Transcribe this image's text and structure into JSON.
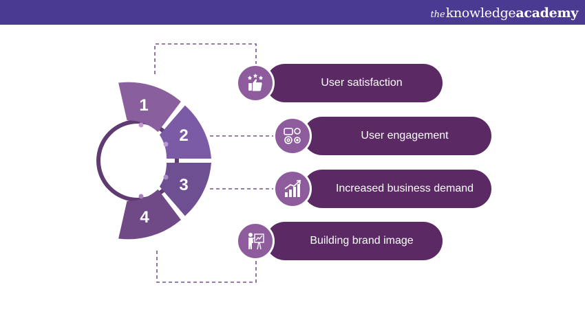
{
  "brand": {
    "logo_the": "the",
    "logo_knowledge": "knowledge",
    "logo_academy": "academy"
  },
  "segments": [
    {
      "number": "1"
    },
    {
      "number": "2"
    },
    {
      "number": "3"
    },
    {
      "number": "4"
    }
  ],
  "items": [
    {
      "label": "User satisfaction",
      "icon": "thumbs-up-stars-icon"
    },
    {
      "label": "User engagement",
      "icon": "engagement-gears-icon"
    },
    {
      "label": "Increased business demand",
      "icon": "growth-chart-icon"
    },
    {
      "label": "Building brand image",
      "icon": "presentation-board-icon"
    }
  ],
  "colors": {
    "header": "#4a3a91",
    "pill": "#5b2a65",
    "icon_circle": "#8e5c9d",
    "segment_1": "#8a5f9e",
    "segment_2": "#7b5aa6",
    "segment_3": "#6d4f92",
    "segment_4": "#6f4a86",
    "connector": "#7a4f8c"
  }
}
